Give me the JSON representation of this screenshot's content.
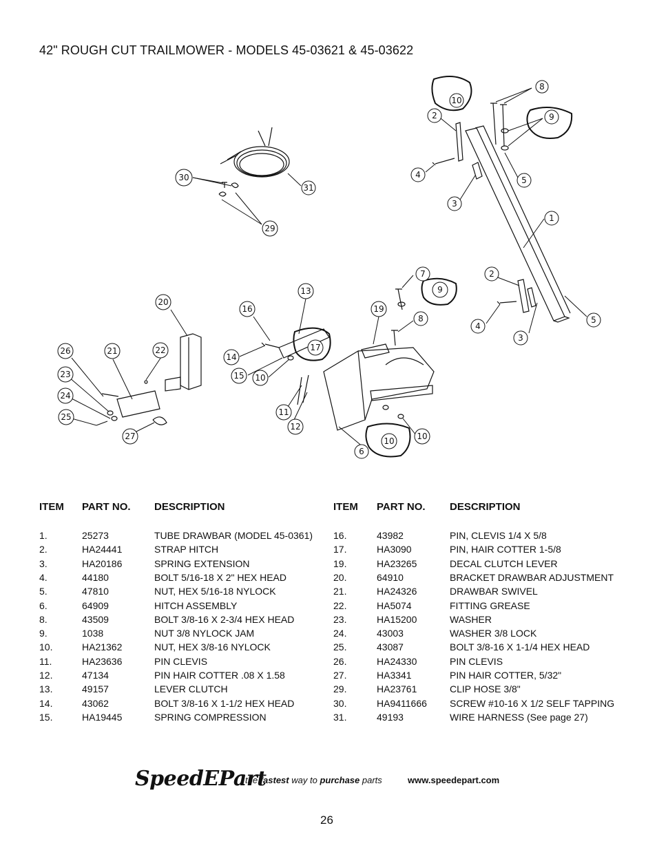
{
  "title": "42\" ROUGH CUT TRAILMOWER - MODELS 45-03621 & 45-03622",
  "diagram": {
    "callouts": [
      "1",
      "2",
      "2",
      "3",
      "3",
      "4",
      "4",
      "5",
      "5",
      "6",
      "7",
      "8",
      "8",
      "9",
      "9",
      "10",
      "10",
      "10",
      "10",
      "11",
      "12",
      "13",
      "14",
      "15",
      "16",
      "17",
      "19",
      "20",
      "21",
      "22",
      "23",
      "24",
      "25",
      "26",
      "27",
      "29",
      "30",
      "31"
    ]
  },
  "table_headers": {
    "item": "ITEM",
    "part_no": "PART NO.",
    "description": "DESCRIPTION"
  },
  "parts_left": [
    {
      "item": "1.",
      "part_no": "25273",
      "description": "TUBE DRAWBAR (MODEL 45-0361)"
    },
    {
      "item": "2.",
      "part_no": "HA24441",
      "description": "STRAP HITCH"
    },
    {
      "item": "3.",
      "part_no": "HA20186",
      "description": "SPRING EXTENSION"
    },
    {
      "item": "4.",
      "part_no": "44180",
      "description": "BOLT 5/16-18 X 2\" HEX HEAD"
    },
    {
      "item": "5.",
      "part_no": "47810",
      "description": "NUT, HEX 5/16-18 NYLOCK"
    },
    {
      "item": "6.",
      "part_no": "64909",
      "description": "HITCH ASSEMBLY"
    },
    {
      "item": "8.",
      "part_no": "43509",
      "description": "BOLT 3/8-16 X 2-3/4 HEX HEAD"
    },
    {
      "item": "9.",
      "part_no": "1038",
      "description": "NUT 3/8 NYLOCK JAM"
    },
    {
      "item": "10.",
      "part_no": "HA21362",
      "description": "NUT, HEX 3/8-16 NYLOCK"
    },
    {
      "item": "11.",
      "part_no": "HA23636",
      "description": "PIN CLEVIS"
    },
    {
      "item": "12.",
      "part_no": "47134",
      "description": "PIN HAIR COTTER .08 X 1.58"
    },
    {
      "item": "13.",
      "part_no": "49157",
      "description": "LEVER CLUTCH"
    },
    {
      "item": "14.",
      "part_no": "43062",
      "description": "BOLT 3/8-16 X 1-1/2 HEX HEAD"
    },
    {
      "item": "15.",
      "part_no": "HA19445",
      "description": "SPRING COMPRESSION"
    }
  ],
  "parts_right": [
    {
      "item": "16.",
      "part_no": "43982",
      "description": "PIN, CLEVIS 1/4 X 5/8"
    },
    {
      "item": "17.",
      "part_no": "HA3090",
      "description": "PIN, HAIR COTTER 1-5/8"
    },
    {
      "item": "19.",
      "part_no": "HA23265",
      "description": "DECAL CLUTCH LEVER"
    },
    {
      "item": "20.",
      "part_no": "64910",
      "description": "BRACKET DRAWBAR ADJUSTMENT"
    },
    {
      "item": "21.",
      "part_no": "HA24326",
      "description": "DRAWBAR SWIVEL"
    },
    {
      "item": "22.",
      "part_no": "HA5074",
      "description": "FITTING GREASE"
    },
    {
      "item": "23.",
      "part_no": "HA15200",
      "description": "WASHER"
    },
    {
      "item": "24.",
      "part_no": "43003",
      "description": "WASHER 3/8 LOCK"
    },
    {
      "item": "25.",
      "part_no": "43087",
      "description": "BOLT 3/8-16 X 1-1/4 HEX HEAD"
    },
    {
      "item": "26.",
      "part_no": "HA24330",
      "description": "PIN CLEVIS"
    },
    {
      "item": "27.",
      "part_no": "HA3341",
      "description": "PIN HAIR COTTER, 5/32\""
    },
    {
      "item": "29.",
      "part_no": "HA23761",
      "description": "CLIP HOSE 3/8\""
    },
    {
      "item": "30.",
      "part_no": "HA9411666",
      "description": "SCREW #10-16 X 1/2 SELF TAPPING"
    },
    {
      "item": "31.",
      "part_no": "49193",
      "description": "WIRE HARNESS (See page 27)"
    }
  ],
  "footer": {
    "logo": "SpeedEPart",
    "tagline_pre": "the",
    "tagline_fastest": "fastest",
    "tagline_mid": "way to",
    "tagline_purchase": "purchase",
    "tagline_post": "parts",
    "url": "www.speedepart.com",
    "page_number": "26"
  }
}
